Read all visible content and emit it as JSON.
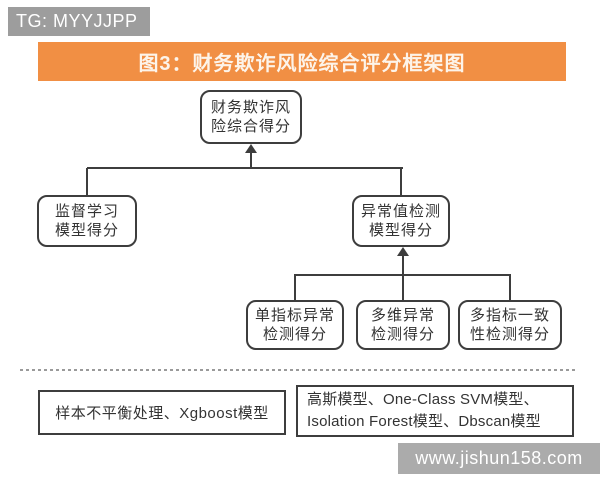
{
  "page": {
    "tg_badge": "TG: MYYJJPP",
    "watermark": "www.jishun158.com"
  },
  "header": {
    "title": "图3：财务欺诈风险综合评分框架图"
  },
  "flowchart": {
    "nodes": {
      "root": {
        "lines": [
          "财务欺诈风",
          "险综合得分"
        ]
      },
      "supervised": {
        "lines": [
          "监督学习",
          "模型得分"
        ]
      },
      "outlier": {
        "lines": [
          "异常值检测",
          "模型得分"
        ]
      },
      "single": {
        "lines": [
          "单指标异常",
          "检测得分"
        ]
      },
      "multi": {
        "lines": [
          "多维异常",
          "检测得分"
        ]
      },
      "consistency": {
        "lines": [
          "多指标一致",
          "性检测得分"
        ]
      }
    },
    "legend": {
      "left": "样本不平衡处理、Xgboost模型",
      "right_line1": "高斯模型、One-Class SVM模型、",
      "right_line2": "Isolation Forest模型、Dbscan模型"
    }
  },
  "colors": {
    "accent_orange": "#f18f44",
    "badge_gray": "#9d9d9d",
    "watermark_gray": "#ababab",
    "line_dark": "#3d3d3d"
  }
}
